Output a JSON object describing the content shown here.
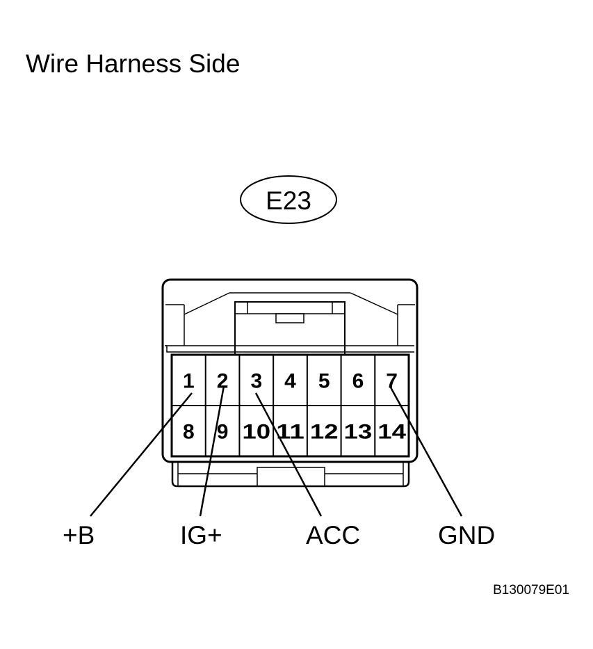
{
  "title": "Wire Harness Side",
  "connector_id": "E23",
  "figure_id": "B130079E01",
  "pins_top": [
    "1",
    "2",
    "3",
    "4",
    "5",
    "6",
    "7"
  ],
  "pins_bottom": [
    "8",
    "9",
    "10",
    "11",
    "12",
    "13",
    "14"
  ],
  "signals": [
    {
      "label": "+B",
      "pin": "1"
    },
    {
      "label": "IG+",
      "pin": "2"
    },
    {
      "label": "ACC",
      "pin": "3"
    },
    {
      "label": "GND",
      "pin": "7"
    }
  ]
}
